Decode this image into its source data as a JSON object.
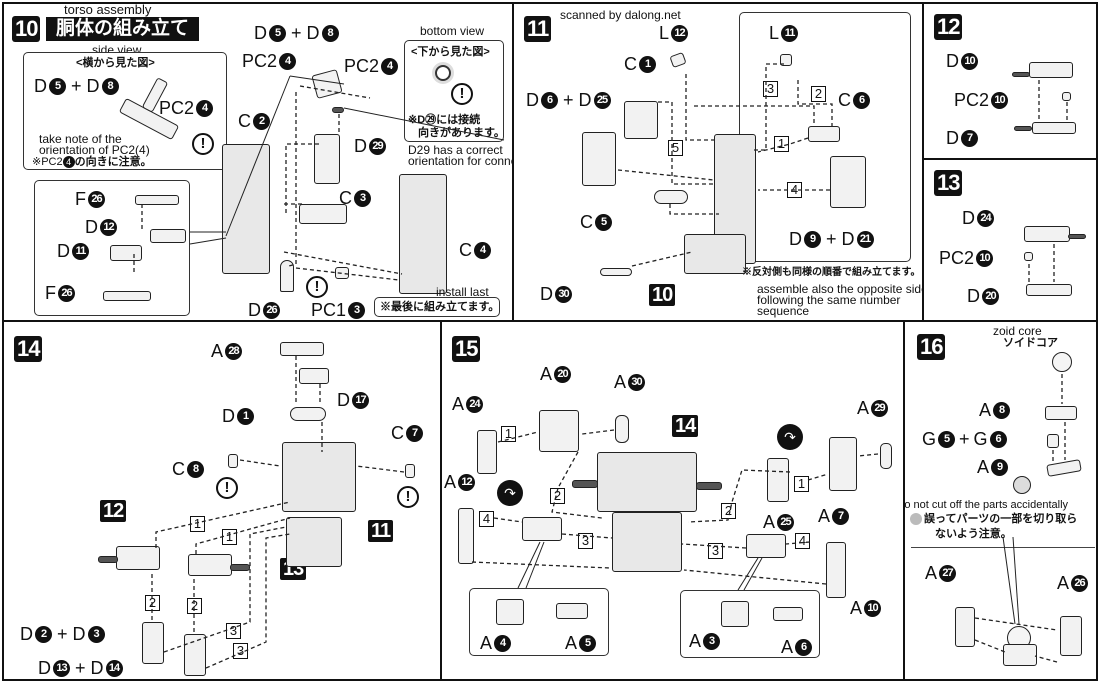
{
  "watermark": "scanned by dalong.net",
  "steps": {
    "s10": {
      "number": "10",
      "title_en": "torso assembly",
      "title_jp": "胴体の組み立て",
      "side_view": {
        "en": "side view",
        "jp": "<横から見た図>",
        "label_left": "D",
        "num_a": "5",
        "plus": "+",
        "label_right": "D",
        "num_b": "8",
        "pc_label": "PC2",
        "pc_num": "4",
        "note_en_1": "take note of the",
        "note_en_2": "orientation of PC2(4)",
        "note_jp_prefix": "※PC2",
        "note_jp_num": "4",
        "note_jp_suffix": "の向きに注意。"
      },
      "bottom_view": {
        "en": "bottom view",
        "jp": "<下から見た図>",
        "note_jp_1": "※D㉙には接続",
        "note_jp_2": "向きがあります。",
        "note_en_1": "D29 has a correct",
        "note_en_2": "orientation for connecting"
      },
      "parts": [
        {
          "id": "d5d8",
          "letter": "D",
          "num": "5",
          "plus": "+",
          "letter2": "D",
          "num2": "8"
        },
        {
          "id": "pc2-left",
          "letter": "PC2",
          "num": "4"
        },
        {
          "id": "pc2-right",
          "letter": "PC2",
          "num": "4"
        },
        {
          "id": "c2",
          "letter": "C",
          "num": "2"
        },
        {
          "id": "d29",
          "letter": "D",
          "num": "29"
        },
        {
          "id": "c3",
          "letter": "C",
          "num": "3"
        },
        {
          "id": "c4",
          "letter": "C",
          "num": "4"
        },
        {
          "id": "f26-top",
          "letter": "F",
          "num": "26"
        },
        {
          "id": "d12",
          "letter": "D",
          "num": "12"
        },
        {
          "id": "d11",
          "letter": "D",
          "num": "11"
        },
        {
          "id": "f26-bottom",
          "letter": "F",
          "num": "26"
        },
        {
          "id": "d26",
          "letter": "D",
          "num": "26"
        },
        {
          "id": "pc1",
          "letter": "PC1",
          "num": "3"
        }
      ],
      "install_last_en": "install last",
      "install_last_jp": "※最後に組み立てます。",
      "warn_symbol": "!"
    },
    "s11": {
      "number": "11",
      "parts": [
        {
          "id": "l12",
          "letter": "L",
          "num": "12"
        },
        {
          "id": "c1",
          "letter": "C",
          "num": "1"
        },
        {
          "id": "d6d25",
          "letter": "D",
          "num": "6",
          "plus": "+",
          "letter2": "D",
          "num2": "25"
        },
        {
          "id": "l11",
          "letter": "L",
          "num": "11"
        },
        {
          "id": "c6",
          "letter": "C",
          "num": "6"
        },
        {
          "id": "c5",
          "letter": "C",
          "num": "5"
        },
        {
          "id": "d9d21",
          "letter": "D",
          "num": "9",
          "plus": "+",
          "letter2": "D",
          "num2": "21"
        },
        {
          "id": "d30",
          "letter": "D",
          "num": "30"
        }
      ],
      "sequence": [
        "1",
        "2",
        "3",
        "4",
        "5"
      ],
      "ref_step": "10",
      "note_jp": "※反対側も同様の順番で組み立てます。",
      "note_en_1": "assemble also the opposite side",
      "note_en_2": "following the same number",
      "note_en_3": "sequence"
    },
    "s12": {
      "number": "12",
      "parts": [
        {
          "id": "d10",
          "letter": "D",
          "num": "10"
        },
        {
          "id": "pc2",
          "letter": "PC2",
          "num": "10"
        },
        {
          "id": "d7",
          "letter": "D",
          "num": "7"
        }
      ]
    },
    "s13": {
      "number": "13",
      "parts": [
        {
          "id": "d24",
          "letter": "D",
          "num": "24"
        },
        {
          "id": "pc2",
          "letter": "PC2",
          "num": "10"
        },
        {
          "id": "d20",
          "letter": "D",
          "num": "20"
        }
      ]
    },
    "s14": {
      "number": "14",
      "parts": [
        {
          "id": "a28",
          "letter": "A",
          "num": "28"
        },
        {
          "id": "d17",
          "letter": "D",
          "num": "17"
        },
        {
          "id": "d1",
          "letter": "D",
          "num": "1"
        },
        {
          "id": "c7",
          "letter": "C",
          "num": "7"
        },
        {
          "id": "c8",
          "letter": "C",
          "num": "8"
        },
        {
          "id": "d2d3",
          "letter": "D",
          "num": "2",
          "plus": "+",
          "letter2": "D",
          "num2": "3"
        },
        {
          "id": "d13d14",
          "letter": "D",
          "num": "13",
          "plus": "+",
          "letter2": "D",
          "num2": "14"
        }
      ],
      "refs": [
        "12",
        "11",
        "13"
      ],
      "sequence": [
        "1",
        "1",
        "2",
        "2",
        "3",
        "3"
      ]
    },
    "s15": {
      "number": "15",
      "parts": [
        {
          "id": "a24",
          "letter": "A",
          "num": "24"
        },
        {
          "id": "a20",
          "letter": "A",
          "num": "20"
        },
        {
          "id": "a30",
          "letter": "A",
          "num": "30"
        },
        {
          "id": "a29",
          "letter": "A",
          "num": "29"
        },
        {
          "id": "a12",
          "letter": "A",
          "num": "12"
        },
        {
          "id": "a25",
          "letter": "A",
          "num": "25"
        },
        {
          "id": "a7",
          "letter": "A",
          "num": "7"
        },
        {
          "id": "a10",
          "letter": "A",
          "num": "10"
        },
        {
          "id": "a4",
          "letter": "A",
          "num": "4"
        },
        {
          "id": "a5",
          "letter": "A",
          "num": "5"
        },
        {
          "id": "a3",
          "letter": "A",
          "num": "3"
        },
        {
          "id": "a6",
          "letter": "A",
          "num": "6"
        }
      ],
      "ref_step": "14",
      "sequence": [
        "1",
        "1",
        "2",
        "2",
        "3",
        "3",
        "4",
        "4"
      ]
    },
    "s16": {
      "number": "16",
      "core_en": "zoid core",
      "core_jp": "ソイドコア",
      "parts": [
        {
          "id": "a8",
          "letter": "A",
          "num": "8"
        },
        {
          "id": "g5g6",
          "letter": "G",
          "num": "5",
          "plus": "+",
          "letter2": "G",
          "num2": "6"
        },
        {
          "id": "a9",
          "letter": "A",
          "num": "9"
        },
        {
          "id": "a27",
          "letter": "A",
          "num": "27"
        },
        {
          "id": "a26",
          "letter": "A",
          "num": "26"
        }
      ],
      "caution_en": "becareful to not cut off the parts accidentally",
      "caution_jp_1": "誤ってパーツの一部を切り取ら",
      "caution_jp_2": "ないよう注意。"
    }
  }
}
